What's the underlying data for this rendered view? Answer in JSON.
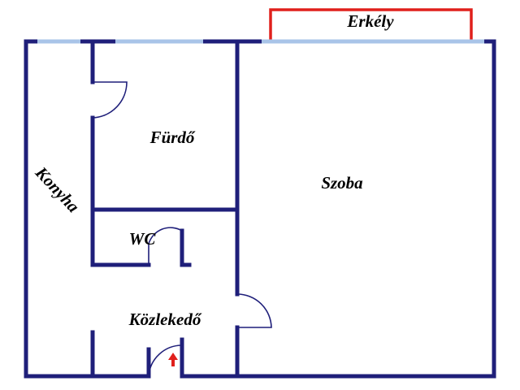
{
  "floor_plan": {
    "rooms": {
      "balcony": "Erkély",
      "bathroom": "Fürdő",
      "kitchen": "Konyha",
      "room": "Szoba",
      "toilet": "WC",
      "hallway": "Közlekedő"
    },
    "colors": {
      "wall": "#1f1f7a",
      "window": "#a9c4e8",
      "balcony_outline": "#e0201c",
      "entrance_arrow": "#e0201c",
      "text": "#000000",
      "background": "#ffffff"
    },
    "icons": {
      "entrance": "red-up-arrow-icon"
    }
  }
}
